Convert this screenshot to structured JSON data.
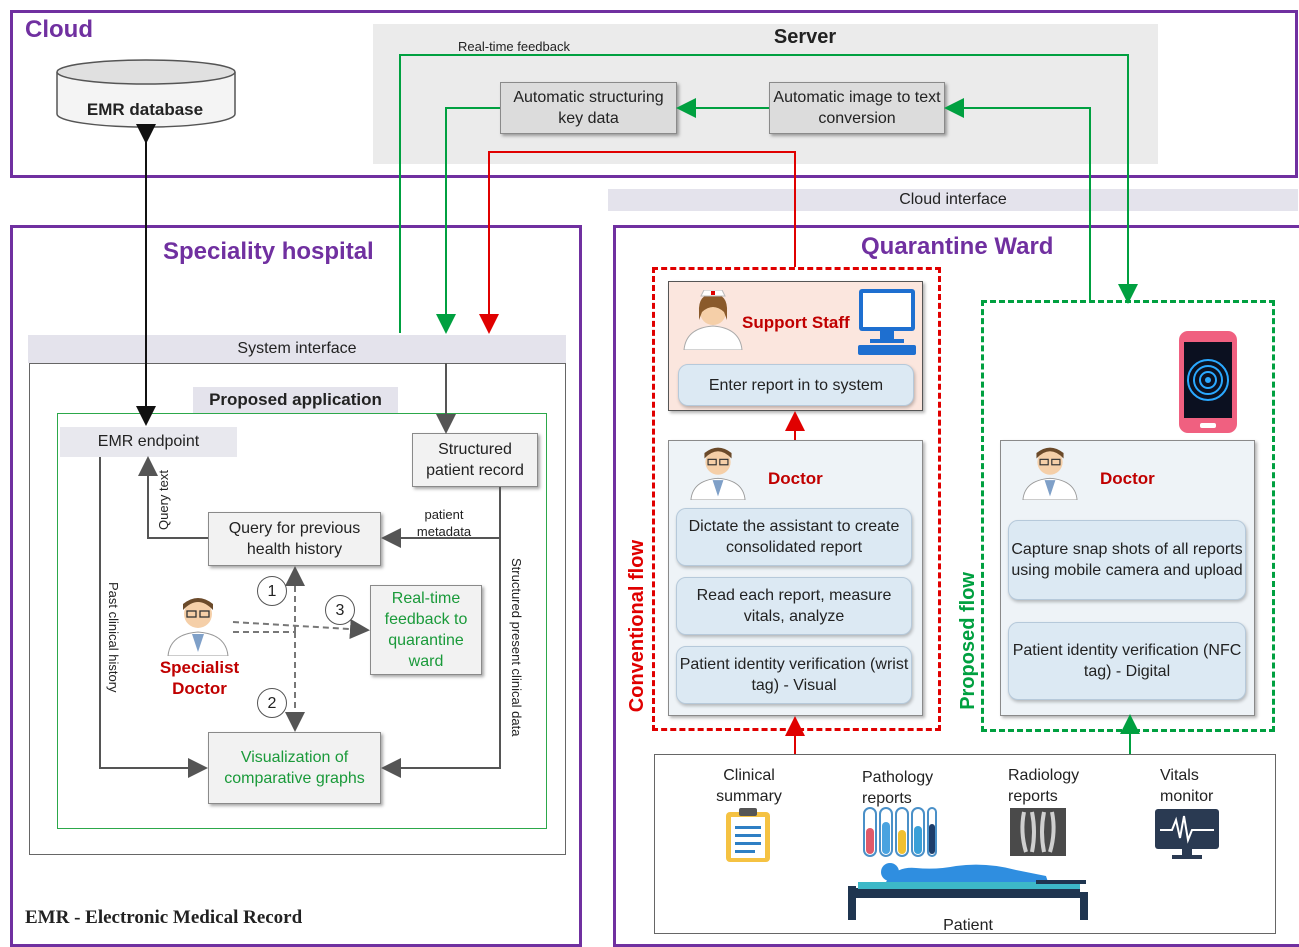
{
  "cloud": {
    "title": "Cloud",
    "emr_database": "EMR database",
    "server": {
      "title": "Server",
      "realtime_feedback": "Real-time feedback",
      "structuring": "Automatic structuring key data",
      "image_to_text": "Automatic image to text conversion"
    }
  },
  "cloud_interface": "Cloud interface",
  "hospital": {
    "title": "Speciality hospital",
    "system_interface": "System interface",
    "proposed_application": "Proposed application",
    "emr_endpoint": "EMR endpoint",
    "structured_record": "Structured patient record",
    "query_previous": "Query for previous health history",
    "query_text": "Query text",
    "patient_metadata": "patient metadata",
    "past_clinical_history": "Past clinical history",
    "structured_present": "Structured present clinical data",
    "specialist_doctor": "Specialist Doctor",
    "step1": "1",
    "step2": "2",
    "step3": "3",
    "realtime_feedback_box": "Real-time feedback to quarantine ward",
    "visualization": "Visualization of comparative graphs",
    "footnote": "EMR - Electronic Medical Record"
  },
  "ward": {
    "title": "Quarantine Ward",
    "conventional_flow": "Conventional flow",
    "proposed_flow": "Proposed flow",
    "support_staff": "Support Staff",
    "enter_report": "Enter report in to system",
    "doctor_conv": "Doctor",
    "dictate": "Dictate the assistant to create consolidated report",
    "read_report": "Read each report, measure vitals, analyze",
    "wrist_tag": "Patient identity verification (wrist tag) - Visual",
    "doctor_prop": "Doctor",
    "capture": "Capture snap shots of all reports using mobile camera and upload",
    "nfc_tag": "Patient identity verification (NFC tag) - Digital",
    "clinical_summary": "Clinical summary",
    "pathology_reports": "Pathology reports",
    "radiology_reports": "Radiology reports",
    "vitals_monitor": "Vitals monitor",
    "patient": "Patient"
  },
  "colors": {
    "region_border": "#7030a0",
    "conventional": "#e00000",
    "proposed": "#00a040",
    "doctor_label": "#c00000",
    "server_bg": "#ebebeb"
  },
  "icons": [
    "database-icon",
    "nurse-icon",
    "computer-icon",
    "doctor-icon",
    "smartphone-icon",
    "clipboard-icon",
    "test-tubes-icon",
    "xray-icon",
    "vitals-monitor-icon",
    "patient-bed-icon"
  ]
}
